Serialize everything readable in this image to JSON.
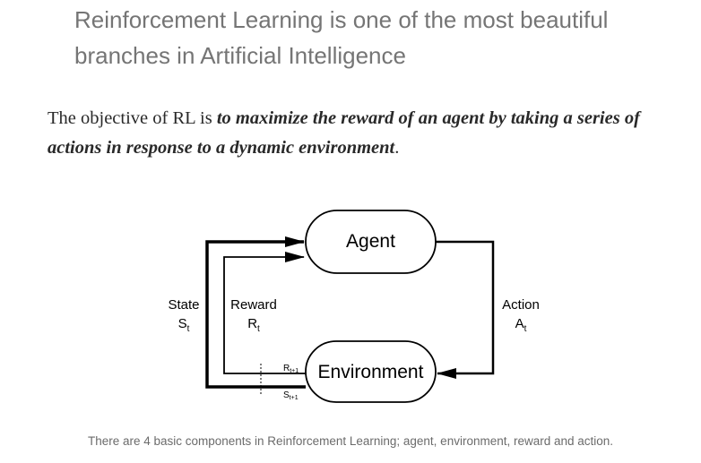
{
  "article": {
    "subtitle": "Reinforcement Learning is one of the most beautiful branches in Artificial Intelligence",
    "paragraph_intro": "The objective of RL is ",
    "paragraph_emphasis": "to maximize the reward of an agent by taking a series of actions in response to a dynamic environment",
    "paragraph_end": "."
  },
  "diagram": {
    "agent_label": "Agent",
    "environment_label": "Environment",
    "state_label": "State",
    "state_symbol": "S",
    "state_sub": "t",
    "reward_label": "Reward",
    "reward_symbol": "R",
    "reward_sub": "t",
    "action_label": "Action",
    "action_symbol": "A",
    "action_sub": "t",
    "reward_next_symbol": "R",
    "reward_next_sub": "t+1",
    "state_next_symbol": "S",
    "state_next_sub": "t+1"
  },
  "caption": "There are 4 basic components in Reinforcement Learning; agent, environment, reward and action.",
  "colors": {
    "subtitle": "#757575",
    "body_text": "#292929",
    "caption": "#6b6b6b",
    "diagram_stroke": "#000000"
  }
}
